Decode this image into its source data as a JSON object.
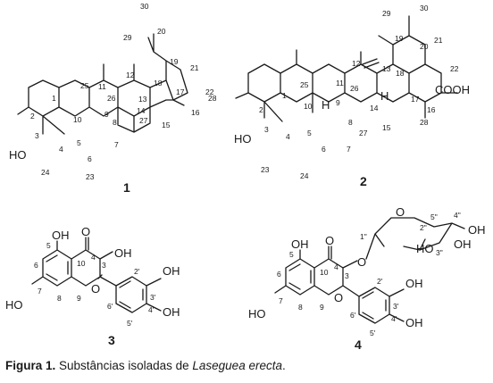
{
  "caption": {
    "label": "Figura 1.",
    "text": "Substâncias isoladas de",
    "species": "Laseguea erecta"
  },
  "compounds": [
    {
      "id": "1",
      "atoms": {
        "hydroxyl": "HO"
      },
      "position_labels": [
        "30",
        "29",
        "20",
        "19",
        "21",
        "22",
        "18",
        "13",
        "12",
        "11",
        "25",
        "26",
        "9",
        "10",
        "1",
        "2",
        "3",
        "4",
        "5",
        "6",
        "7",
        "8",
        "14",
        "15",
        "16",
        "17",
        "28",
        "27",
        "24",
        "23"
      ]
    },
    {
      "id": "2",
      "atoms": {
        "hydroxyl": "HO",
        "carboxyl": "COOH",
        "hydrogen_9": "H",
        "hydrogen_18": "H"
      },
      "position_labels": [
        "29",
        "30",
        "19",
        "20",
        "21",
        "22",
        "18",
        "17",
        "28",
        "12",
        "13",
        "11",
        "25",
        "26",
        "9",
        "10",
        "1",
        "2",
        "3",
        "4",
        "5",
        "6",
        "7",
        "8",
        "14",
        "15",
        "16",
        "27",
        "23",
        "24"
      ]
    },
    {
      "id": "3",
      "atoms": {
        "oh_5": "OH",
        "o_carbonyl": "O",
        "oh_3": "OH",
        "oh_7": "HO",
        "o_ring": "O",
        "oh_3p": "OH",
        "oh_4p": "OH"
      },
      "position_labels": [
        "5",
        "10",
        "4",
        "3",
        "6",
        "7",
        "8",
        "9",
        "2'",
        "3'",
        "4'",
        "5'",
        "6'"
      ]
    },
    {
      "id": "4",
      "atoms": {
        "oh_5": "OH",
        "o_carbonyl": "O",
        "o_glycoside": "O",
        "oh_7": "HO",
        "o_ring": "O",
        "oh_3p": "OH",
        "oh_4p": "OH",
        "o_sugar_ring": "O",
        "oh_2pp": "HO",
        "oh_3pp": "OH",
        "oh_4pp": "OH"
      },
      "position_labels": [
        "5",
        "10",
        "4",
        "3",
        "6",
        "7",
        "8",
        "9",
        "2'",
        "3'",
        "4'",
        "5'",
        "6'",
        "1\"",
        "2\"",
        "3\"",
        "4\"",
        "5\""
      ]
    }
  ]
}
